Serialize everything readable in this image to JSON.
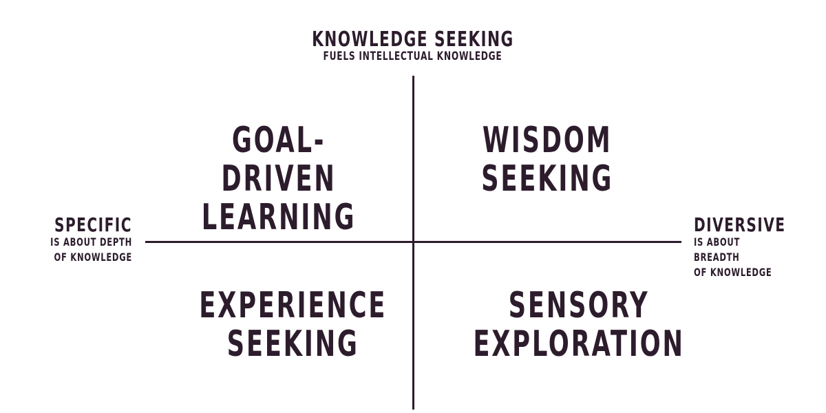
{
  "diagram": {
    "type": "quadrant",
    "colors": {
      "ink": "#2c1c2c",
      "background": "#ffffff"
    },
    "top_axis": {
      "title": "KNOWLEDGE SEEKING",
      "subtitle": "FUELS INTELLECTUAL KNOWLEDGE"
    },
    "left_axis": {
      "title": "SPECIFIC",
      "subtitle_line1": "IS ABOUT DEPTH",
      "subtitle_line2": "OF KNOWLEDGE"
    },
    "right_axis": {
      "title": "DIVERSIVE",
      "subtitle_line1": "IS ABOUT BREADTH",
      "subtitle_line2": "OF KNOWLEDGE"
    },
    "quadrants": {
      "top_left": "GOAL-DRIVEN\nLEARNING",
      "top_right": "WISDOM\nSEEKING",
      "bottom_left": "EXPERIENCE\nSEEKING",
      "bottom_right": "SENSORY\nEXPLORATION"
    }
  }
}
